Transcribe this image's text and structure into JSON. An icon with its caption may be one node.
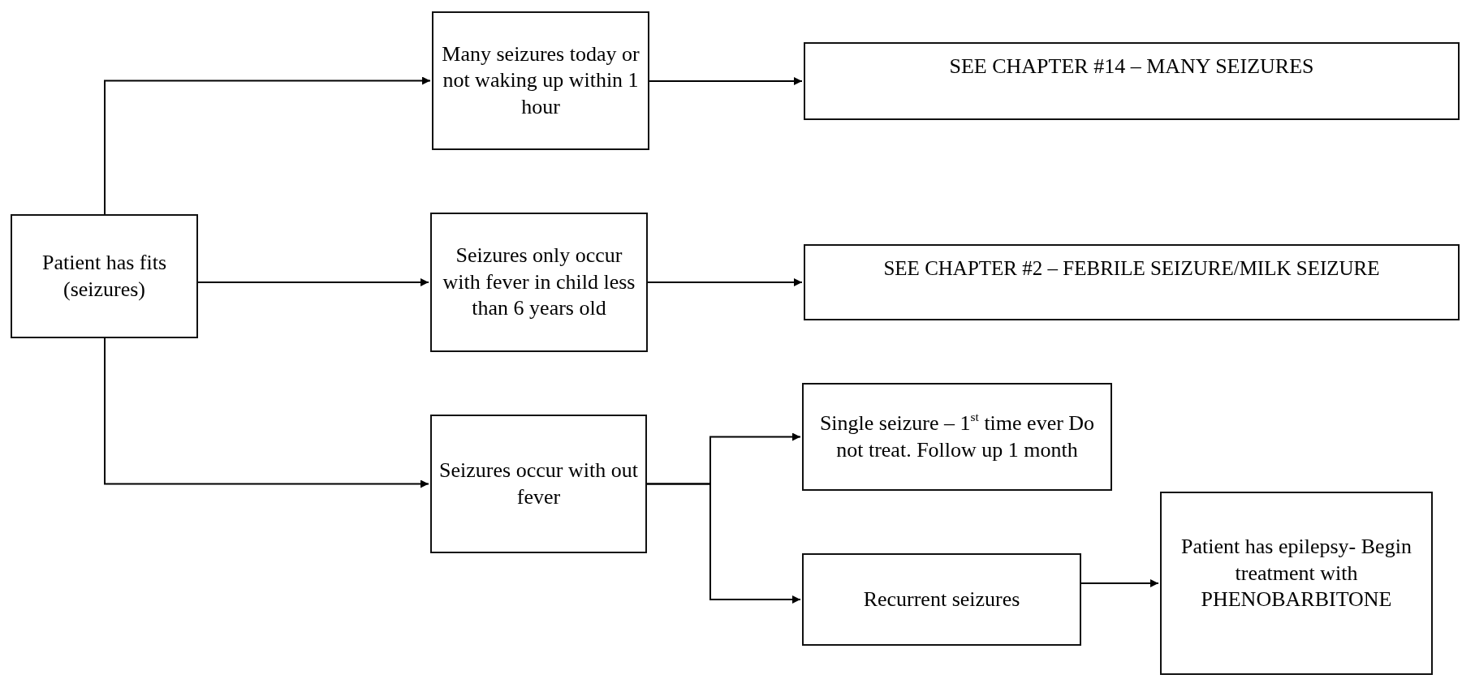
{
  "diagram": {
    "nodes": [
      {
        "text": [
          "Patient has fits (seizures)"
        ]
      },
      {
        "text": [
          "Many seizures today or not waking up within 1 hour"
        ]
      },
      {
        "text": [
          "SEE CHAPTER #14 – MANY SEIZURES"
        ]
      },
      {
        "text": [
          "Seizures only occur with fever in child less than 6 years old"
        ]
      },
      {
        "text": [
          "SEE CHAPTER #2 – FEBRILE SEIZURE/MILK SEIZURE"
        ]
      },
      {
        "text": [
          "Seizures occur with out  fever"
        ]
      },
      {
        "text": [
          "Single seizure – 1$^{st}$ time ever Do not treat. Follow up 1 month"
        ]
      },
      {
        "text": [
          "Recurrent seizures"
        ]
      },
      {
        "text": [
          "Patient  has epilepsy- Begin treatment with PHENOBARBITONE"
        ]
      }
    ],
    "edges": [
      {
        "from": 0,
        "to": 1,
        "arrow": "to"
      },
      {
        "from": 0,
        "to": 3,
        "arrow": "to"
      },
      {
        "from": 0,
        "to": 5,
        "arrow": "to"
      },
      {
        "from": 1,
        "to": 2,
        "arrow": "to"
      },
      {
        "from": 3,
        "to": 4,
        "arrow": "to"
      },
      {
        "from": 5,
        "to": 6,
        "arrow": "to"
      },
      {
        "from": 5,
        "to": 7,
        "arrow": "to"
      },
      {
        "from": 7,
        "to": 8,
        "arrow": "to"
      }
    ]
  }
}
